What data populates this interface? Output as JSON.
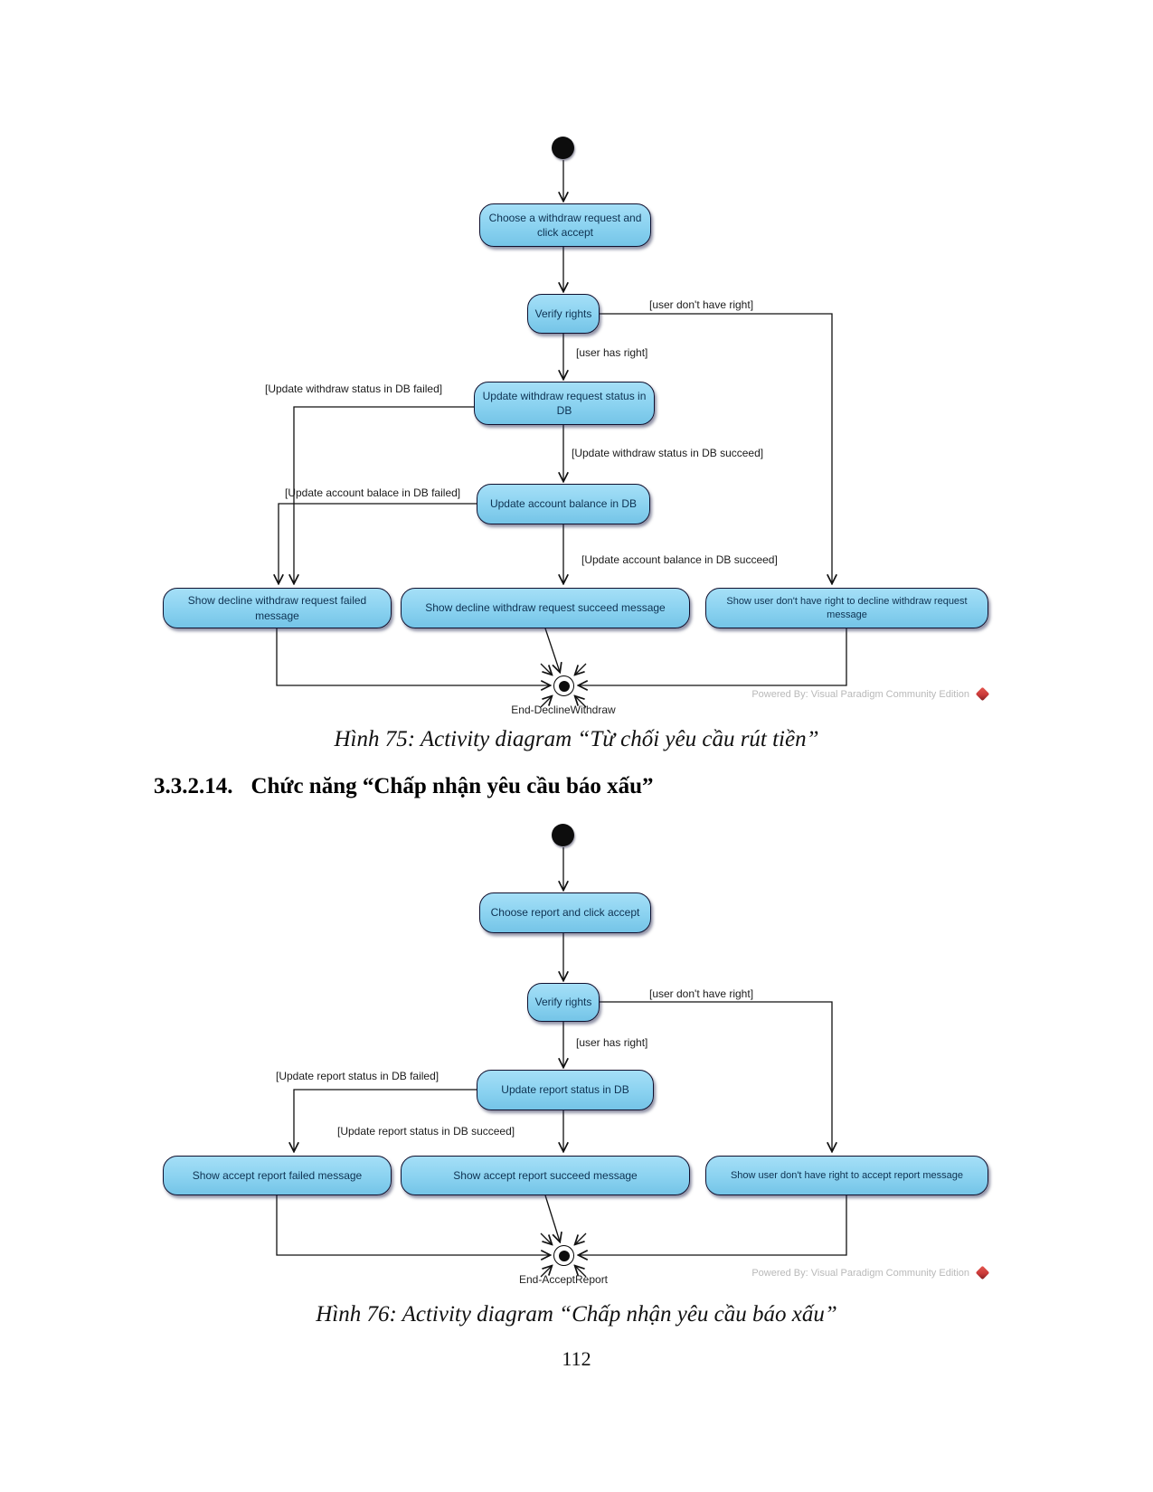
{
  "document": {
    "heading_number": "3.3.2.14.",
    "heading_title": "Chức năng “Chấp nhận yêu cầu báo xấu”",
    "page_number": "112"
  },
  "colors": {
    "activity_fill_top": "#a5dff7",
    "activity_fill_bottom": "#74c4e7",
    "activity_border": "#10102e",
    "activity_text": "#0e3252",
    "watermark_gray": "#b9b9b9",
    "vp_logo_red": "#cb3a3a"
  },
  "fig75": {
    "caption": "Hình 75: Activity diagram “Từ chối yêu cầu rút tiền”",
    "watermark": "Powered By: Visual Paradigm Community Edition",
    "end_label": "End-DeclineWithdraw",
    "nodes": {
      "choose": "Choose a withdraw request and click accept",
      "verify": "Verify rights",
      "update_status": "Update withdraw request status in DB",
      "update_balance": "Update account balance in DB",
      "show_failed": "Show decline withdraw request failed message",
      "show_succeed": "Show decline withdraw request succeed message",
      "show_no_right": "Show user don't have right to decline withdraw request message"
    },
    "guards": {
      "no_right": "[user don't have right]",
      "has_right": "[user has right]",
      "status_failed": "[Update withdraw status in DB failed]",
      "status_succeed": "[Update withdraw status in DB succeed]",
      "balance_failed": "[Update account balace in DB failed]",
      "balance_succeed": "[Update account balance in DB succeed]"
    }
  },
  "fig76": {
    "caption": "Hình 76: Activity diagram “Chấp nhận yêu cầu báo xấu”",
    "watermark": "Powered By: Visual Paradigm Community Edition",
    "end_label": "End-AcceptReport",
    "nodes": {
      "choose": "Choose report and click accept",
      "verify": "Verify rights",
      "update_status": "Update report status in DB",
      "show_failed": "Show accept report failed message",
      "show_succeed": "Show accept report succeed message",
      "show_no_right": "Show user don't have right to accept report message"
    },
    "guards": {
      "no_right": "[user don't have right]",
      "has_right": "[user has right]",
      "status_failed": "[Update report status in DB failed]",
      "status_succeed": "[Update report status in DB succeed]"
    }
  }
}
